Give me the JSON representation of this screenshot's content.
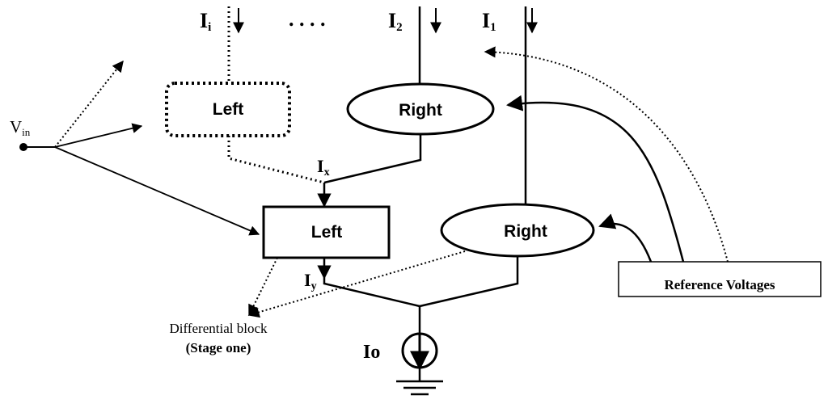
{
  "currents": {
    "ii_main": "I",
    "ii_sub": "i",
    "i2_main": "I",
    "i2_sub": "2",
    "i1_main": "I",
    "i1_sub": "1",
    "ix_main": "I",
    "ix_sub": "x",
    "iy_main": "I",
    "iy_sub": "y",
    "io": "Io"
  },
  "ellipsis": ". . . .",
  "vin": {
    "main": "V",
    "sub": "in"
  },
  "blocks": {
    "left_dotted": "Left",
    "right_top": "Right",
    "left_main": "Left",
    "right_bottom": "Right"
  },
  "reference_voltages": "Reference Voltages",
  "differential": {
    "line1": "Differential block",
    "line2": "(Stage one)"
  }
}
